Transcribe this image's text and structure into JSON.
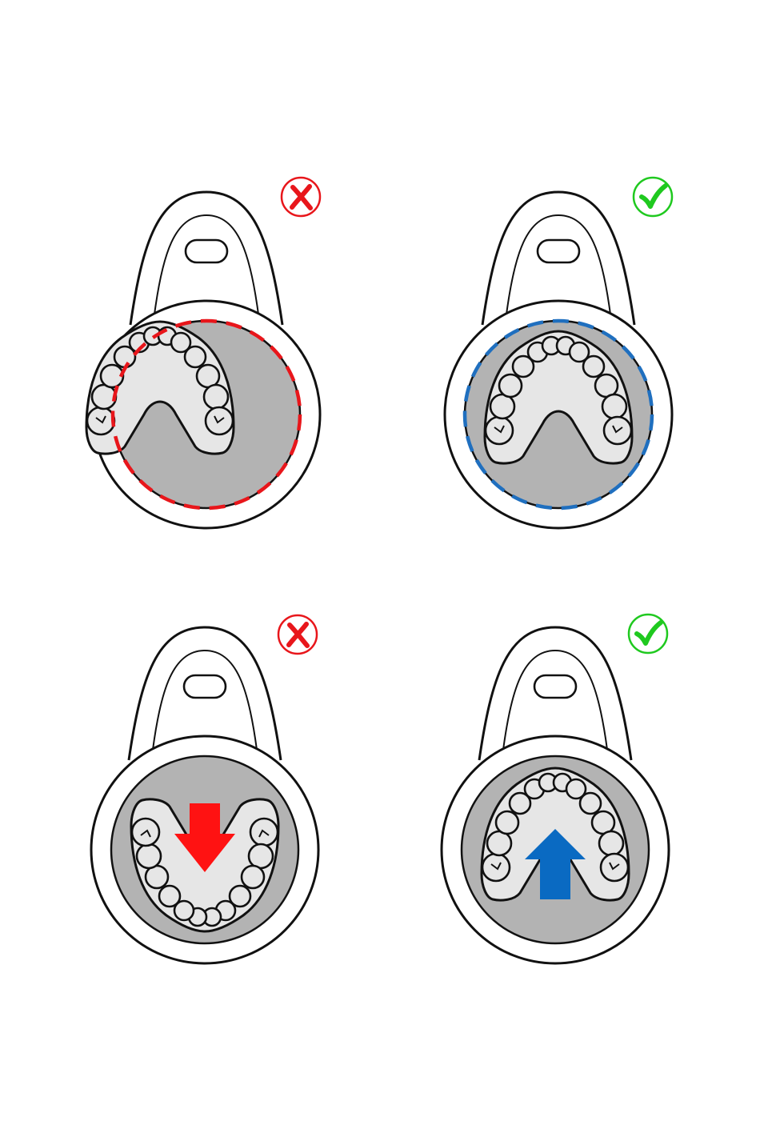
{
  "panels": [
    {
      "id": "panel-1",
      "status": "incorrect",
      "status_icon": "cross-icon",
      "arch_orientation": "arch-up",
      "arch_placement": "off-center",
      "guide_circle": "dashed",
      "arrow": "none"
    },
    {
      "id": "panel-2",
      "status": "correct",
      "status_icon": "check-icon",
      "arch_orientation": "arch-up",
      "arch_placement": "centered",
      "guide_circle": "dashed",
      "arrow": "none"
    },
    {
      "id": "panel-3",
      "status": "incorrect",
      "status_icon": "cross-icon",
      "arch_orientation": "arch-down",
      "arch_placement": "centered",
      "guide_circle": "none",
      "arrow": "down"
    },
    {
      "id": "panel-4",
      "status": "correct",
      "status_icon": "check-icon",
      "arch_orientation": "arch-up",
      "arch_placement": "centered",
      "guide_circle": "none",
      "arrow": "up"
    }
  ],
  "colors": {
    "incorrect": "#e8161b",
    "correct": "#1fc91f",
    "guide_incorrect": "#e8161b",
    "guide_correct": "#1f6fbf",
    "arrow_down": "#ff1212",
    "arrow_up": "#0a6ac2",
    "platform_fill": "#b3b3b3",
    "tooth_fill": "#e6e6e6",
    "outline": "#111111"
  }
}
